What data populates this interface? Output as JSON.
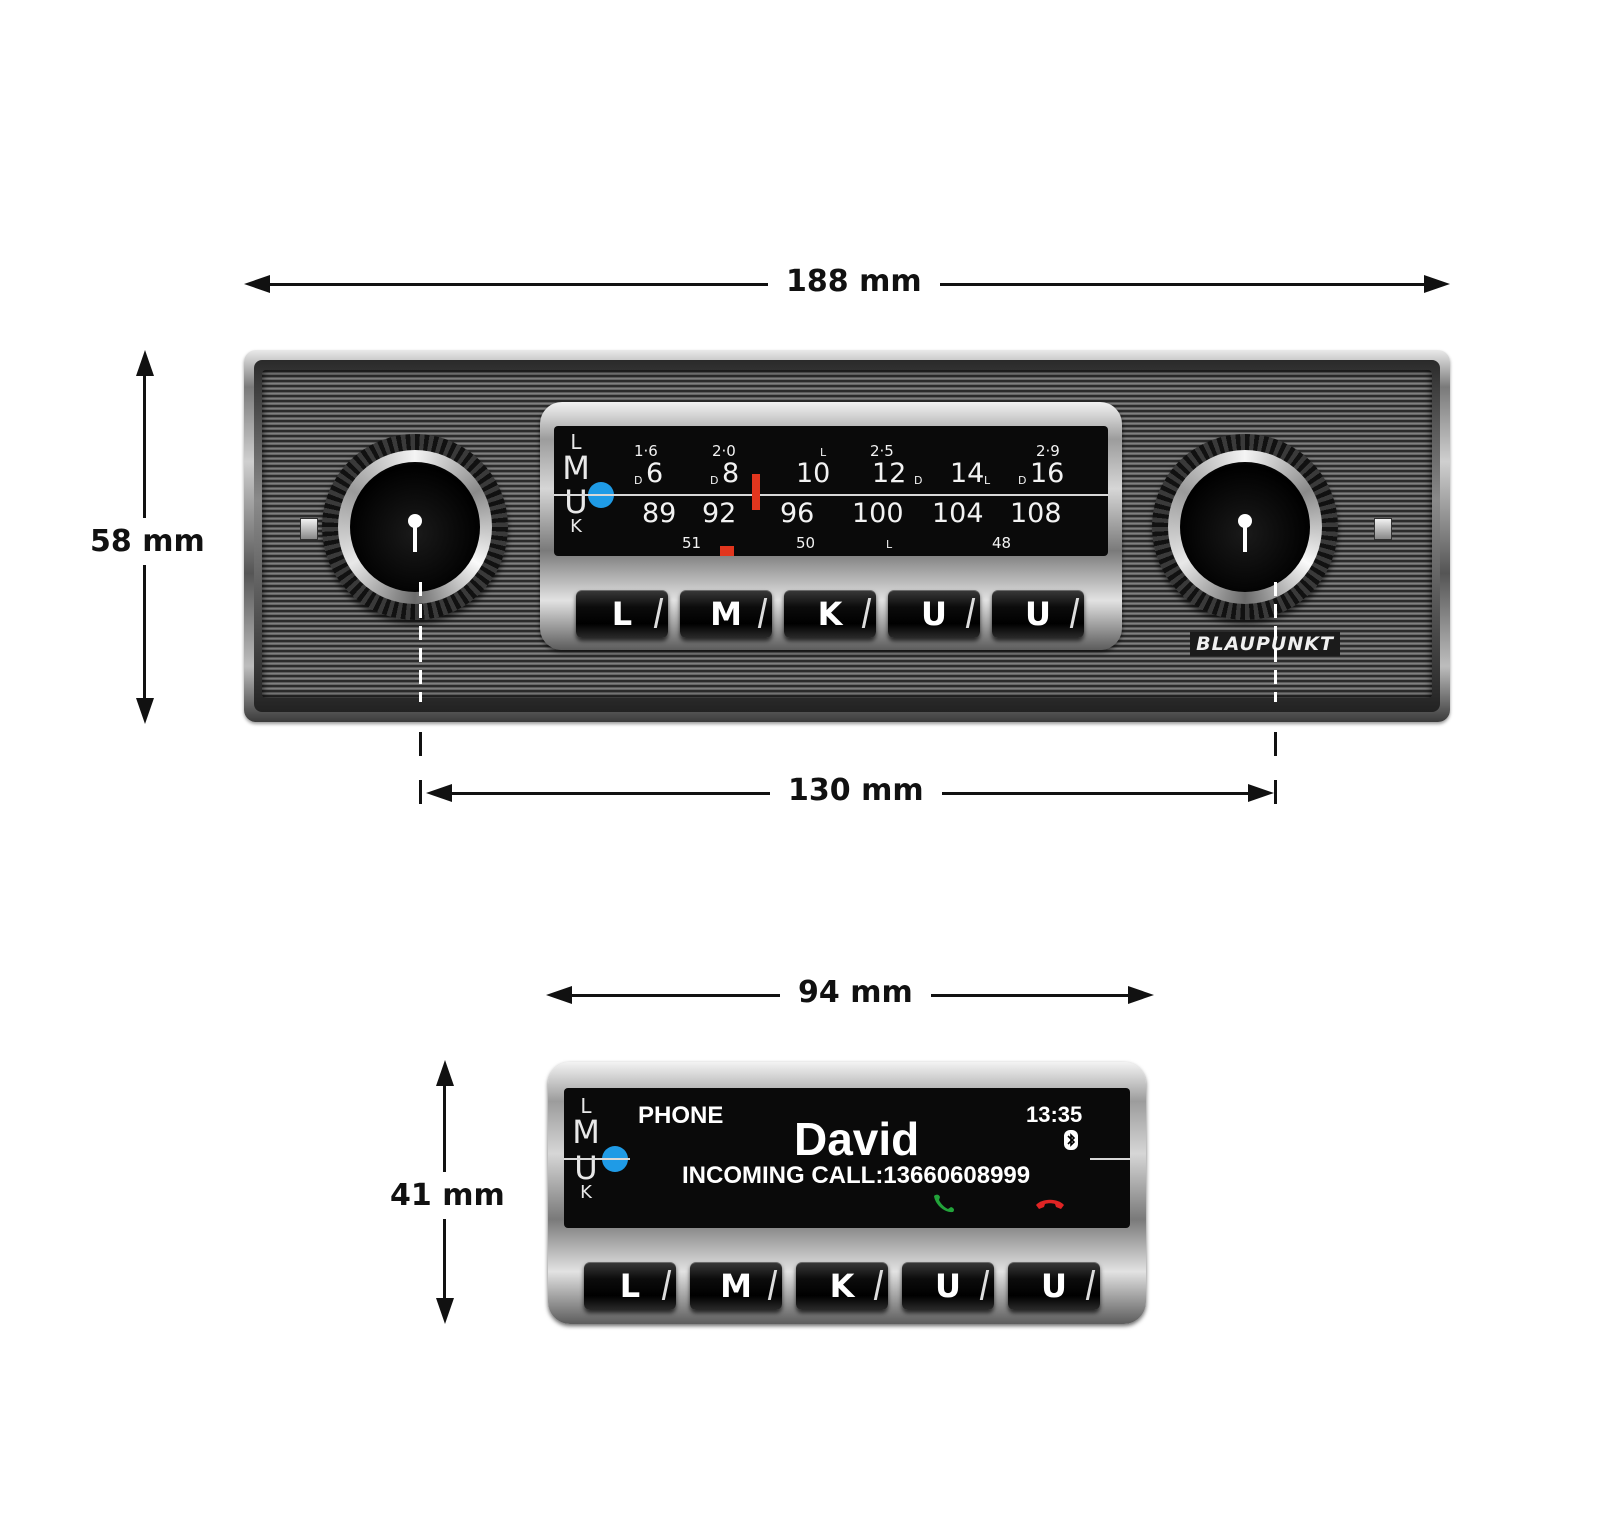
{
  "dimensions": {
    "main_width": "188 mm",
    "main_height": "58 mm",
    "knob_spacing": "130 mm",
    "display_width": "94 mm",
    "display_height": "41 mm"
  },
  "radio": {
    "brand": "BLAUPUNKT",
    "bands": [
      "L",
      "M",
      "U",
      "K"
    ],
    "top_scale": [
      {
        "sup": "1·6",
        "pre": "D",
        "num": "6"
      },
      {
        "sup": "2·0",
        "pre": "D",
        "num": "8"
      },
      {
        "sup": "L",
        "pre": "",
        "num": "10"
      },
      {
        "sup": "2·5",
        "pre": "",
        "num": "12",
        "post": "D"
      },
      {
        "sup": "",
        "pre": "",
        "num": "14",
        "post": "L"
      },
      {
        "sup": "2·9",
        "pre": "D",
        "num": "16"
      }
    ],
    "bottom_scale": [
      "89",
      "92",
      "96",
      "100",
      "104",
      "108"
    ],
    "bottom_small": [
      "51",
      "50",
      "L",
      "48"
    ],
    "keys": [
      "L",
      "M",
      "K",
      "U",
      "U"
    ]
  },
  "display": {
    "bands": [
      "L",
      "M",
      "U",
      "K"
    ],
    "mode": "PHONE",
    "time": "13:35",
    "caller": "David",
    "call_info": "INCOMING CALL:13660608999",
    "keys": [
      "L",
      "M",
      "K",
      "U",
      "U"
    ]
  },
  "colors": {
    "accent_blue": "#1f9be6",
    "marker_red": "#e2361e",
    "answer_green": "#22a33a",
    "hangup_red": "#e02424"
  },
  "icons": [
    "bluetooth-icon",
    "answer-call-icon",
    "end-call-icon"
  ]
}
